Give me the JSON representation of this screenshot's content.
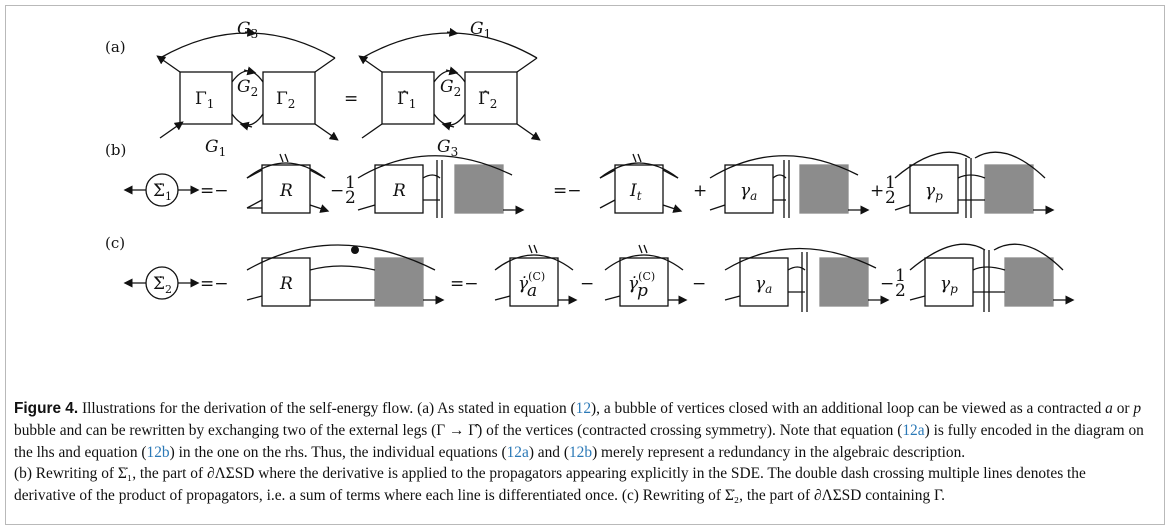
{
  "panels": {
    "a": "(a)",
    "b": "(b)",
    "c": "(c)"
  },
  "symbols": {
    "G1": "G",
    "G1_sub": "1",
    "G2": "G",
    "G2_sub": "2",
    "G3": "G",
    "G3_sub": "3",
    "Gamma": "Γ",
    "Gamma_hat": "Γ̂",
    "sub1": "1",
    "sub2": "2",
    "equals": "=",
    "R": "R",
    "It": "I",
    "It_sub": "t",
    "gamma": "γ",
    "gamma_a_sub": "a",
    "gamma_p_sub": "p",
    "gamma_dot": "γ̇",
    "sup_C": "(C)",
    "Sigma_dot": "Σ̇",
    "half_num": "1",
    "half_den": "2",
    "eq_minus": "=−",
    "minus": "−",
    "plus": "+",
    "plus_half": "+",
    "minus_half": "−"
  },
  "caption": {
    "figure_label": "Figure 4.",
    "text_1": " Illustrations for the derivation of the self-energy flow. (a) As stated in equation (",
    "ref_12": "12",
    "text_2": "), a bubble of vertices closed with an additional loop can be viewed as a contracted ",
    "a_italic": "a",
    "text_3": " or ",
    "p_italic": "p",
    "text_4": " bubble and can be rewritten by exchanging two of the external legs (Γ → Γ̂) of the vertices (contracted crossing symmetry). Note that equation (",
    "ref_12a": "12a",
    "text_5": ") is fully encoded in the diagram on the lhs and equation (",
    "ref_12b": "12b",
    "text_6": ") in the one on the rhs. Thus, the individual equations (",
    "ref_12a_2": "12a",
    "text_7": ") and (",
    "ref_12b_2": "12b",
    "text_8": ") merely represent a redundancy in the algebraic description.",
    "line_b": "(b) Rewriting of Σ̇₁, the part of ∂ΛΣSD where the derivative is applied to the propagators appearing explicitly in the SDE. The double dash crossing multiple lines denotes the derivative of the product of propagators, i.e. a sum of terms where each line is differentiated once. (c) Rewriting of Σ̇₂, the part of ∂ΛΣSD containing Γ̇."
  }
}
